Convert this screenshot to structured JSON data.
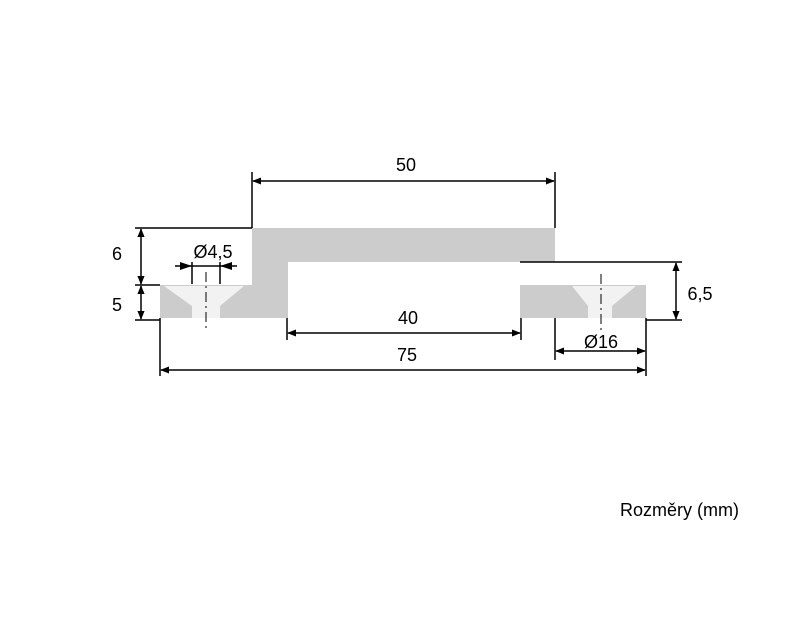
{
  "dimensions": {
    "top_width": "50",
    "inner_width": "40",
    "total_width": "75",
    "top_height": "6",
    "base_height": "5",
    "right_height": "6,5",
    "hole_small": "Ø4,5",
    "hole_large": "Ø16"
  },
  "caption": "Rozměry (mm)",
  "colors": {
    "part": "#cccccc",
    "hole": "#f4f4f4",
    "line": "#000000"
  }
}
